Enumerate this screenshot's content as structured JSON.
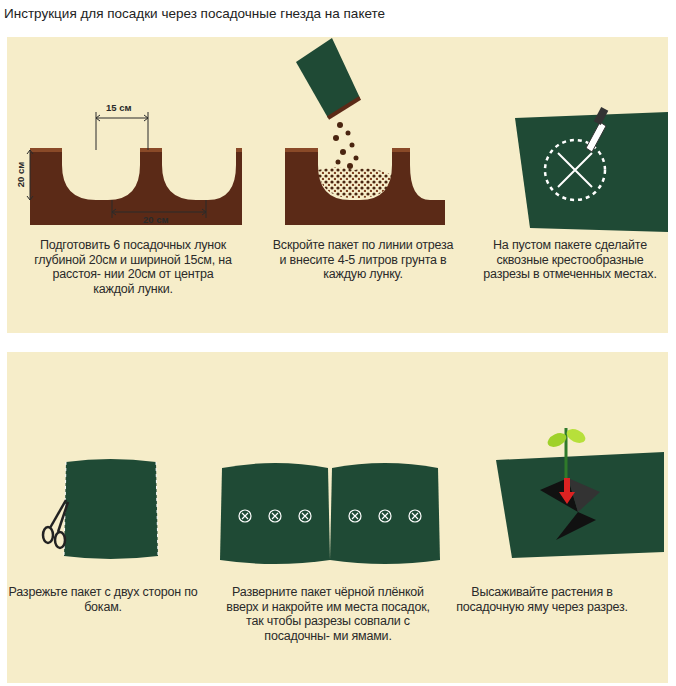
{
  "diagram": {
    "title": "Инструкция для посадки через посадочные гнезда на пакете",
    "nodes": [
      {
        "text": [
          "Подготовить 6 посадочных лунок глубиной 20см и шириной 15см, на расстоя- нии 20см от центра каждой лунки.",
          "Вскройте пакет по линии отреза и внесите 4-5 литров грунта в каждую лунку.",
          "На пустом пакете сделайте сквозные крестообразные разрезы в отмеченных местах."
        ]
      },
      {
        "text": [
          "Разрежьте пакет с двух сторон по бокам.",
          "Разверните пакет чёрной плёнкой вверх и накройте им места посадок, так чтобы разрезы совпали с посадочны- ми ямами.",
          "Высаживайте растения в посадочную яму через разрез."
        ]
      }
    ],
    "labels": [
      "15 см",
      "20 см",
      "20 см"
    ]
  }
}
